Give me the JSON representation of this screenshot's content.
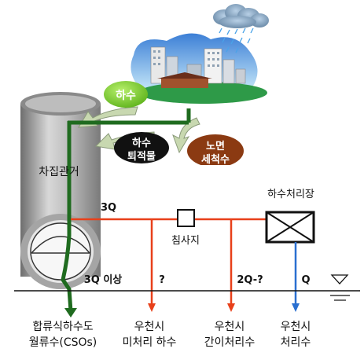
{
  "labels": {
    "sewage": "하수",
    "sewage_sediment_1": "하수",
    "sewage_sediment_2": "퇴적물",
    "road_wash_1": "노면",
    "road_wash_2": "세척수",
    "interceptor": "차집관거",
    "treatment_plant": "하수처리장",
    "grit_chamber": "침사지",
    "flow_3q": "3Q",
    "flow_3q_over": "3Q 이상",
    "flow_unknown": "?",
    "flow_2q": "2Q-?",
    "flow_q": "Q"
  },
  "outputs": {
    "cso_1": "합류식하수도",
    "cso_2": "월류수(CSOs)",
    "untreated_1": "우천시",
    "untreated_2": "미처리 하수",
    "simple_1": "우천시",
    "simple_2": "간이처리수",
    "treated_1": "우천시",
    "treated_2": "처리수"
  },
  "colors": {
    "green_pipe": "#1f6b1f",
    "red_flow": "#e8401a",
    "blue_flow": "#2a6fd0",
    "sewage_bubble": "#7ccf2a",
    "sediment_bubble": "#111111",
    "road_bubble": "#8b3a12",
    "pipe_gray": "#9a9a9a"
  }
}
